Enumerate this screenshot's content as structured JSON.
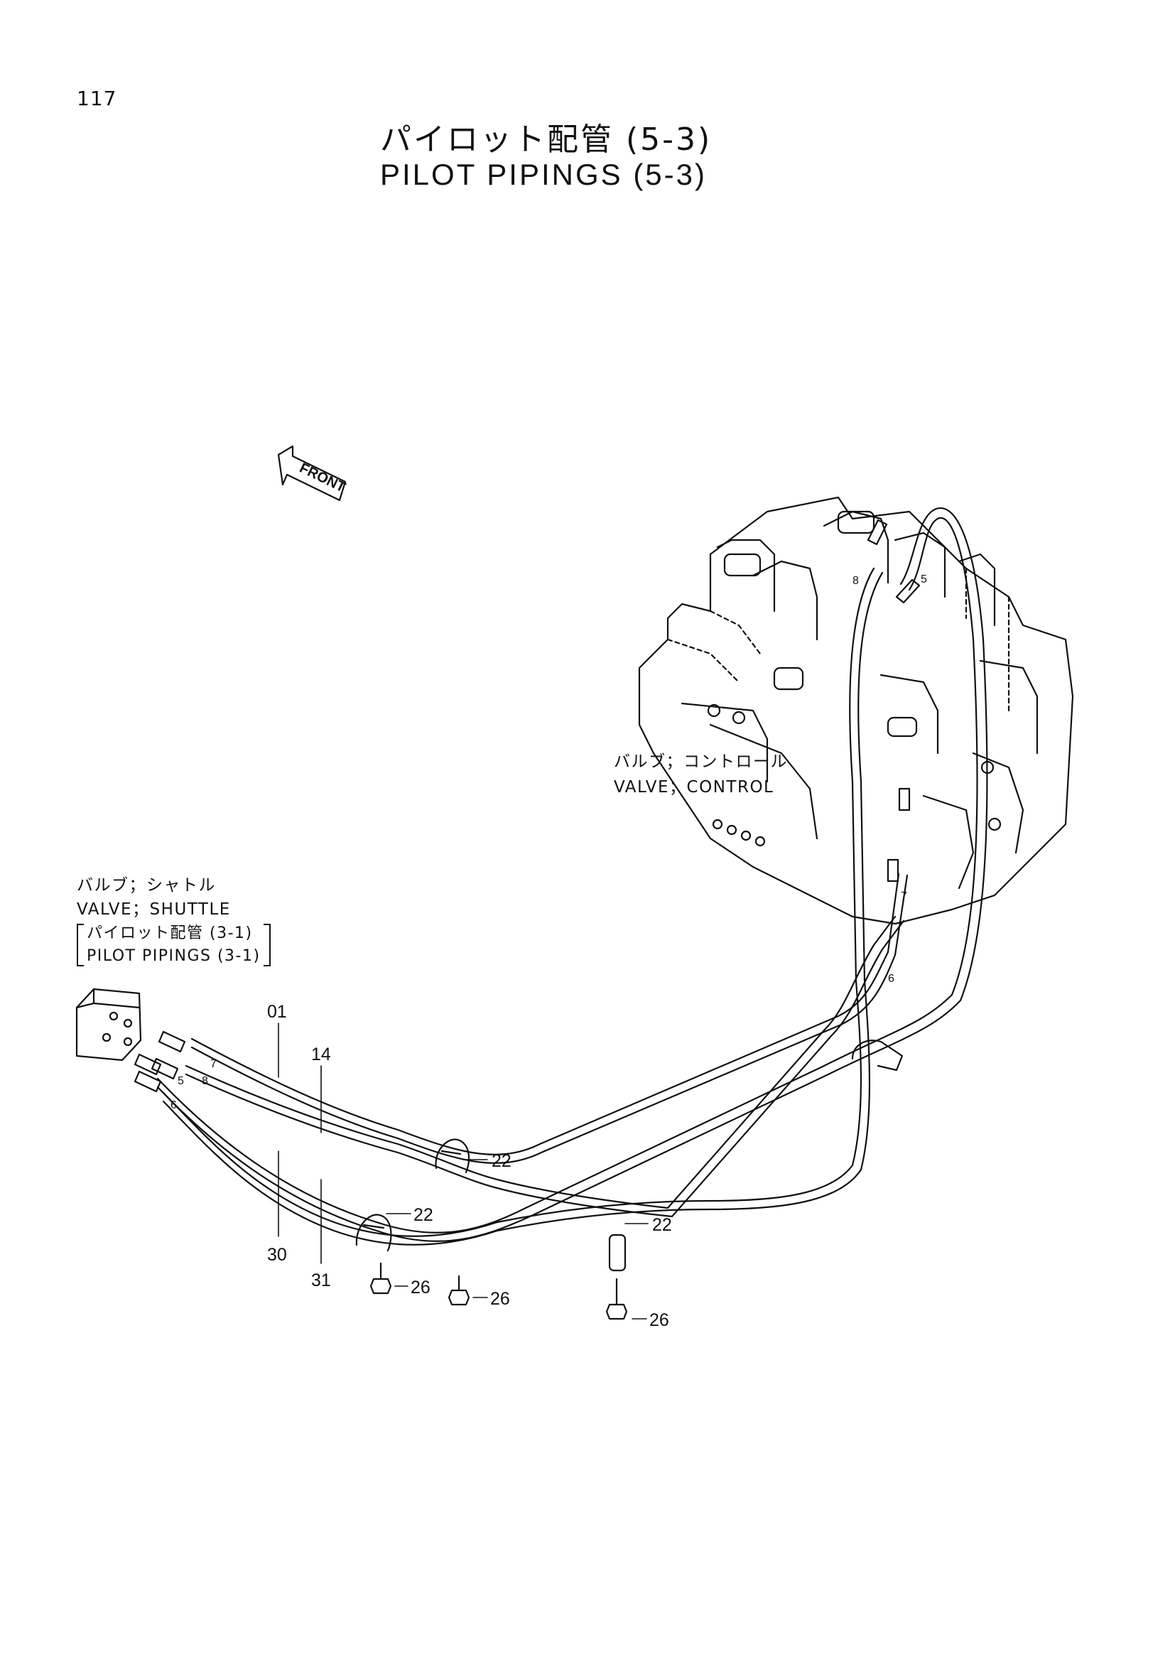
{
  "page": {
    "number": "117"
  },
  "title": {
    "ja": "パイロット配管 (5-3)",
    "en": "PILOT PIPINGS (5-3)"
  },
  "front_marker": {
    "text": "FRONT"
  },
  "control_valve": {
    "ja": "バルブ；コントロール",
    "en": "VALVE；CONTROL"
  },
  "shuttle_valve": {
    "ja": "バルブ；シャトル",
    "en": "VALVE；SHUTTLE",
    "ref_ja": "パイロット配管 (3-1)",
    "ref_en": "PILOT PIPINGS (3-1)"
  },
  "callouts": {
    "c01": "01",
    "c14": "14",
    "c30": "30",
    "c31": "31",
    "clamp_a": "22",
    "clamp_b": "22",
    "clamp_c": "22",
    "bolt_a": "26",
    "bolt_b": "26",
    "bolt_c": "26"
  },
  "port_marks": {
    "top_8": "8",
    "top_5": "5",
    "right_7": "7",
    "right_6": "6",
    "left_7": "7",
    "left_5": "5",
    "left_8": "8",
    "left_6": "6"
  }
}
